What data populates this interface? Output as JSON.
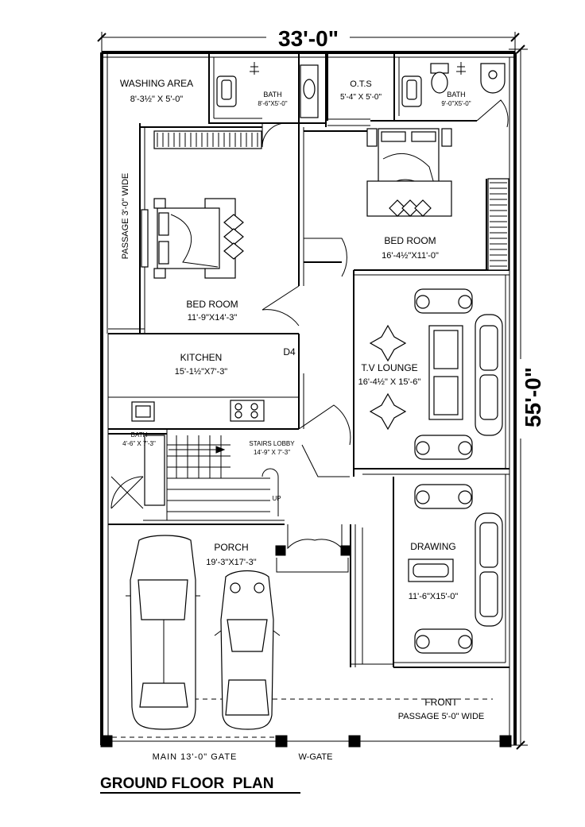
{
  "dimensions": {
    "width": "33'-0\"",
    "depth": "55'-0\""
  },
  "title": "GROUND FLOOR  PLAN",
  "rooms": {
    "washing_area": {
      "name": "WASHING AREA",
      "size": "8'-3½\" X 5'-0\""
    },
    "bath_1": {
      "name": "BATH",
      "size": "8'-6\"X5'-0\""
    },
    "ots": {
      "name": "O.T.S",
      "size": "5'-4\" X 5'-0\""
    },
    "bath_2": {
      "name": "BATH",
      "size": "9'-0\"X5'-0\""
    },
    "passage": {
      "name": "PASSAGE 3'-0\" WIDE"
    },
    "bedroom_left": {
      "name": "BED ROOM",
      "size": "11'-9\"X14'-3\""
    },
    "bedroom_right": {
      "name": "BED ROOM",
      "size": "16'-4½\"X11'-0\""
    },
    "kitchen": {
      "name": "KITCHEN",
      "size": "15'-1½\"X7'-3\""
    },
    "door_tag": "D4",
    "tv_lounge": {
      "name": "T.V LOUNGE",
      "size": "16'-4½\" X 15'-6\""
    },
    "bath_3": {
      "name": "BATH",
      "size": "4'-6\" X 7'-3\""
    },
    "stairs_lobby": {
      "name": "STAIRS LOBBY",
      "size": "14'-9\" X 7'-3\""
    },
    "stairs_up": "UP",
    "porch": {
      "name": "PORCH",
      "size": "19'-3\"X17'-3\""
    },
    "drawing": {
      "name": "DRAWING",
      "size": "11'-6\"X15'-0\""
    },
    "front_passage": {
      "line1": "FRONT",
      "line2": "PASSAGE  5'-0\"  WIDE"
    }
  },
  "gates": {
    "main": "MAIN  13'-0\"  GATE",
    "w_gate": "W-GATE"
  }
}
